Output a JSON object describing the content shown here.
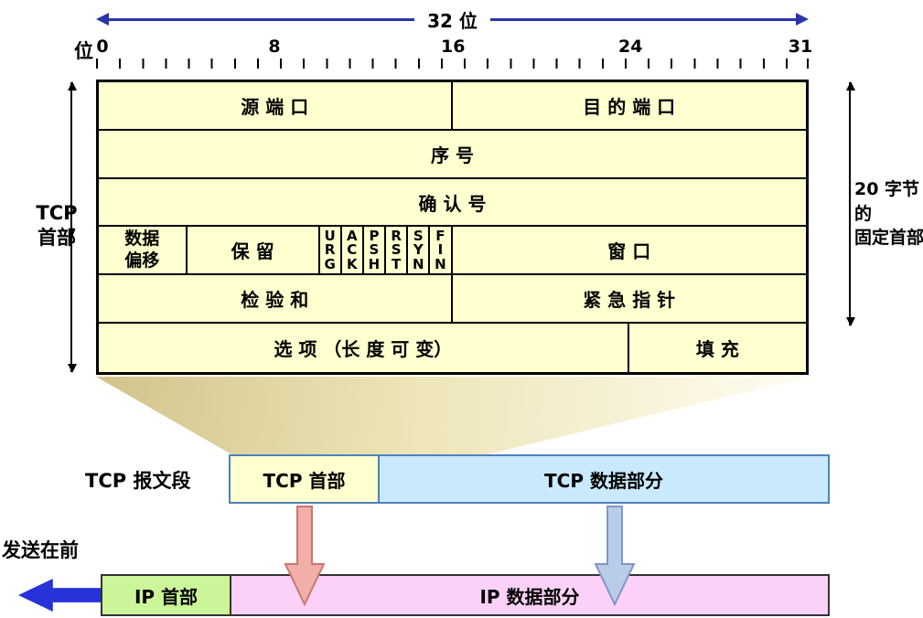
{
  "ruler": {
    "span_label": "32 位",
    "bit_label": "位",
    "ticks": [
      "0",
      "8",
      "16",
      "24",
      "31"
    ]
  },
  "table": {
    "source_port": "源 端 口",
    "dest_port": "目 的 端 口",
    "seq_no": "序  号",
    "ack_no": "确 认 号",
    "data_offset": "数据\n偏移",
    "reserved": "保 留",
    "flags": [
      "URG",
      "ACK",
      "PSH",
      "RST",
      "SYN",
      "FIN"
    ],
    "window": "窗 口",
    "checksum": "检 验 和",
    "urgent_pointer": "紧 急 指 针",
    "options": "选 项 （长 度 可 变）",
    "padding": "填 充"
  },
  "labels": {
    "tcp_header_side": "TCP\n首部",
    "fixed_header_side": "20 字节的\n固定首部",
    "tcp_segment": "TCP 报文段",
    "send_first": "发送在前"
  },
  "segment_bar": {
    "header": "TCP 首部",
    "data": "TCP 数据部分"
  },
  "ip_bar": {
    "header": "IP 首部",
    "data": "IP 数据部分"
  },
  "colors": {
    "table_fill": "#FFFFCF",
    "tcp_data_fill": "#C9E9FC",
    "ip_header_fill": "#CCF599",
    "ip_data_fill": "#FCD1F7",
    "bar_border_blue": "#4f81bd",
    "top_arrow_blue": "#2b35a8",
    "big_arrow_blue": "#2633d8",
    "down_arrow_pink": "#F2AFA9",
    "down_arrow_blue": "#B9CCE9"
  }
}
